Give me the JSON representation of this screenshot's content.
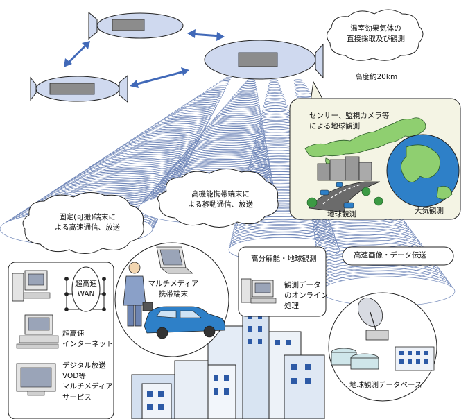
{
  "bubbles": {
    "gas_observation": "温室効果気体の\n直接採取及び観測",
    "fixed_terminal": "固定(可搬)端末に\nよる高速通信、放送",
    "mobile_terminal": "高機能携帯端末に\nよる移動通信、放送",
    "hd_image_transfer": "高速画像・データ伝送"
  },
  "altitude": "高度約20km",
  "earth_panel": {
    "caption": "センサー、監視カメラ等\nによる地球観測",
    "ground_label": "地球観測",
    "atmosphere_label": "大気観測"
  },
  "left_panel": {
    "wan": "超高速\nWAN",
    "internet": "超高速\nインターネット",
    "digital_broadcast": "デジタル放送\nVOD等\nマルチメディア\nサービス"
  },
  "multimedia": "マルチメディア\n携帯端末",
  "high_res": "高分解能・地球観測",
  "online": "観測データ\nのオンライン\n処理",
  "database": "地球観測データベース",
  "colors": {
    "beam": "#6f86b8",
    "airship": "#cfd9ef",
    "panel": "#f4f4e4",
    "arrow": "#4169b8",
    "ocean": "#2e80c8",
    "land": "#8fcf70"
  }
}
